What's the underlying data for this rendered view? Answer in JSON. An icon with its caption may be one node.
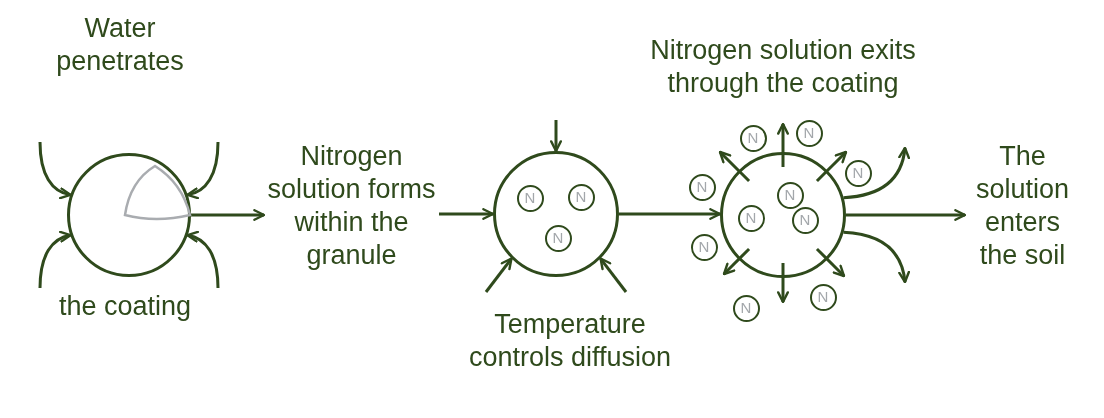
{
  "diagram": {
    "nodes": [
      {
        "text": [],
        "shape": "circle",
        "beside": [
          "Water penetrates",
          "the coating"
        ]
      },
      {
        "text": [
          "Nitrogen solution forms within the granule"
        ]
      },
      {
        "text": [],
        "shape": "circle",
        "beside": [
          "Temperature controls diffusion"
        ]
      },
      {
        "text": [
          "N"
        ],
        "in": 2
      },
      {
        "text": [
          "N"
        ],
        "in": 2
      },
      {
        "text": [
          "N"
        ],
        "in": 2
      },
      {
        "text": [],
        "shape": "circle"
      },
      {
        "text": [
          "N"
        ],
        "in": 6
      },
      {
        "text": [
          "N"
        ],
        "in": 6
      },
      {
        "text": [
          "N"
        ],
        "in": 6
      },
      {
        "text": [
          "N"
        ]
      },
      {
        "text": [
          "N"
        ]
      },
      {
        "text": [
          "N"
        ]
      },
      {
        "text": [
          "N"
        ]
      },
      {
        "text": [
          "N"
        ]
      },
      {
        "text": [
          "N"
        ]
      },
      {
        "text": [
          "N"
        ]
      },
      {
        "text": [
          "The solution enters the soil"
        ]
      }
    ],
    "edges": [
      {
        "from": 0,
        "to": 1,
        "arrow": "to"
      },
      {
        "from": 1,
        "to": 2,
        "arrow": "to"
      },
      {
        "from": 2,
        "to": 6,
        "arrow": "to"
      },
      {
        "from": 6,
        "to": 17,
        "arrow": "to"
      },
      {
        "from": null,
        "to": 0,
        "arrow": "to"
      },
      {
        "from": null,
        "to": 0,
        "arrow": "to"
      },
      {
        "from": null,
        "to": 0,
        "arrow": "to"
      },
      {
        "from": null,
        "to": 0,
        "arrow": "to"
      },
      {
        "from": null,
        "to": 2,
        "arrow": "to"
      },
      {
        "from": null,
        "to": 2,
        "arrow": "to"
      },
      {
        "from": null,
        "to": 2,
        "arrow": "to"
      },
      {
        "from": 6,
        "to": null,
        "arrow": "to"
      },
      {
        "from": 6,
        "to": null,
        "arrow": "to"
      }
    ],
    "labels": [
      "Nitrogen solution exits through the coating"
    ]
  }
}
